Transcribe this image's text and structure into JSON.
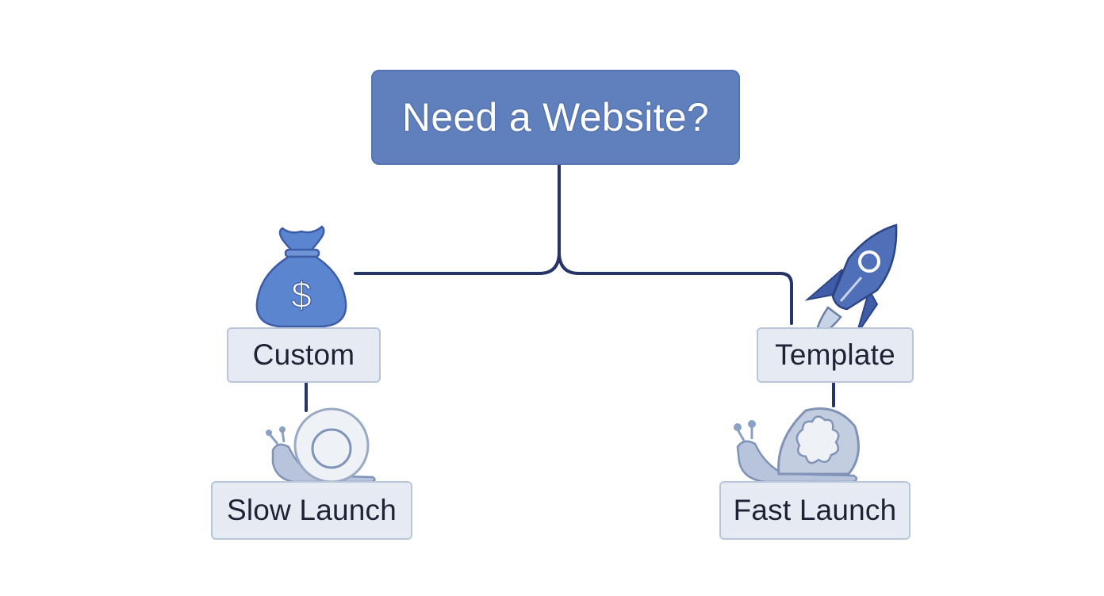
{
  "root": {
    "label": "Need a Website?"
  },
  "branches": [
    {
      "option": "Custom",
      "outcome": "Slow Launch",
      "option_icon": "money-bag-icon",
      "outcome_icon": "snail-icon"
    },
    {
      "option": "Template",
      "outcome": "Fast Launch",
      "option_icon": "rocket-icon",
      "outcome_icon": "snail-puzzle-icon"
    }
  ],
  "colors": {
    "root_fill": "#5f7fbd",
    "node_fill": "#e6ebf3",
    "node_border": "#b9c6da",
    "connector": "#27346a",
    "icon_blue": "#5b86cf",
    "icon_dark_blue": "#3f5ca8",
    "icon_light": "#c9d3e6"
  }
}
